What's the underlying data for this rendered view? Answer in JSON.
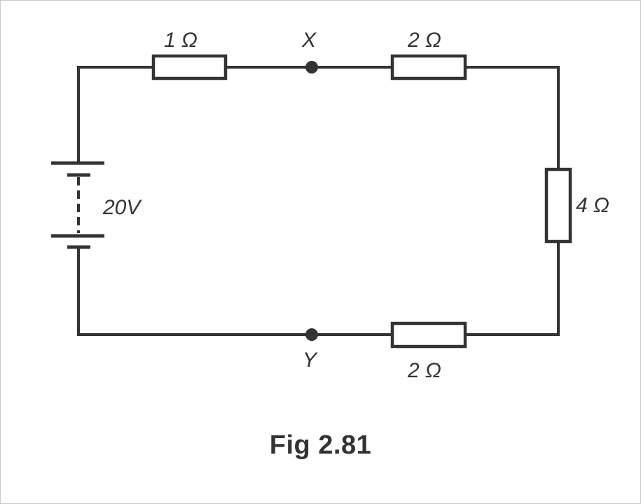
{
  "figure": {
    "caption": "Fig 2.81"
  },
  "circuit": {
    "battery": {
      "label": "20V"
    },
    "resistors": [
      {
        "id": "r-top-left",
        "label": "1 Ω"
      },
      {
        "id": "r-top-right",
        "label": "2 Ω"
      },
      {
        "id": "r-right",
        "label": "4 Ω"
      },
      {
        "id": "r-bottom",
        "label": "2 Ω"
      }
    ],
    "nodes": [
      {
        "id": "node-x",
        "label": "X"
      },
      {
        "id": "node-y",
        "label": "Y"
      }
    ]
  },
  "colors": {
    "ink": "#333333",
    "background": "#ffffff",
    "border": "#c8c8c8"
  }
}
